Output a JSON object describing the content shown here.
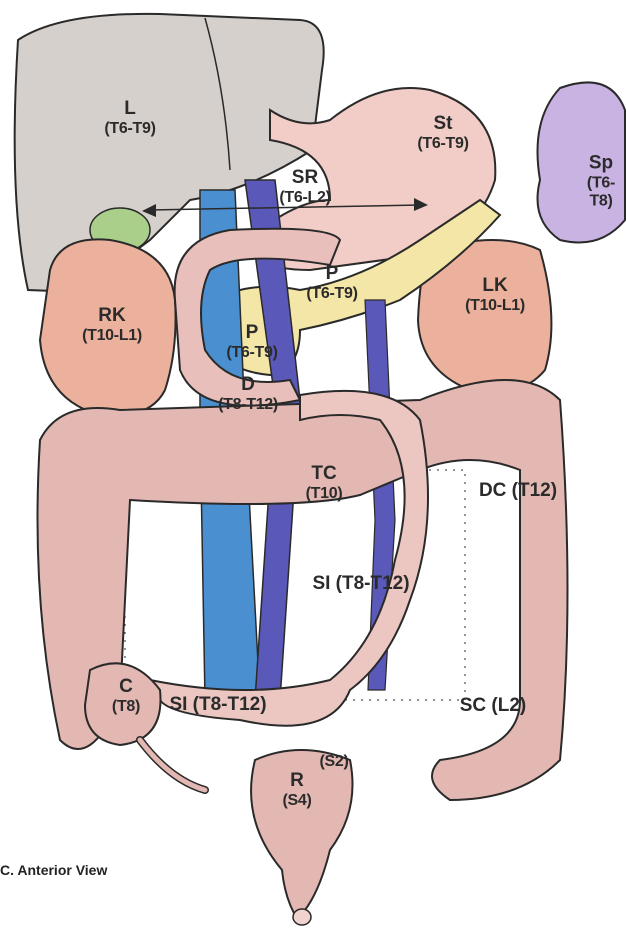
{
  "labels": {
    "liver": {
      "abbr": "L",
      "seg": "(T6-T9)"
    },
    "stomach": {
      "abbr": "St",
      "seg": "(T6-T9)"
    },
    "spleen": {
      "abbr": "Sp",
      "seg1": "(T6-",
      "seg2": "T8)"
    },
    "suprarenal": {
      "abbr": "SR",
      "seg": "(T6-L2)"
    },
    "pancreas_body": {
      "abbr": "P",
      "seg": "(T6-T9)"
    },
    "pancreas_head": {
      "abbr": "P",
      "seg": "(T6-T9)"
    },
    "right_kidney": {
      "abbr": "RK",
      "seg": "(T10-L1)"
    },
    "left_kidney": {
      "abbr": "LK",
      "seg": "(T10-L1)"
    },
    "duodenum": {
      "abbr": "D",
      "seg": "(T8-T12)"
    },
    "transverse_colon": {
      "abbr": "TC",
      "seg": "(T10)"
    },
    "descending_colon": {
      "text": "DC (T12)"
    },
    "small_intestine_upper": {
      "text": "SI (T8-T12)"
    },
    "small_intestine_lower": {
      "text": "SI (T8-T12)"
    },
    "cecum": {
      "abbr": "C",
      "seg": "(T8)"
    },
    "sigmoid_colon": {
      "text": "SC (L2)"
    },
    "rectum": {
      "abbr": "R",
      "seg": "(S4)"
    },
    "sacral": {
      "text": "(S2)"
    }
  },
  "caption": "C. Anterior View",
  "colors": {
    "liver": "#d6d0cc",
    "stomach": "#f2cdc7",
    "spleen": "#c9b3e3",
    "kidney": "#ebb19d",
    "colon": "#e3b8b3",
    "pancreas": "#f3e6a6",
    "vein": "#5a58b8",
    "ivc": "#4a90d0",
    "outline": "#2a2a2a"
  }
}
